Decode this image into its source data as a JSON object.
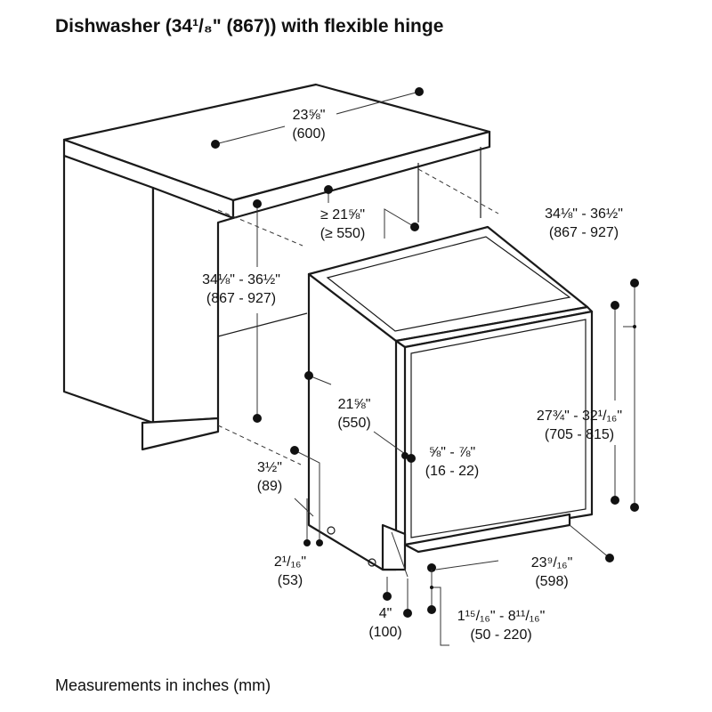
{
  "title": "Dishwasher (34¹/₈\" (867)) with flexible hinge",
  "footer": "Measurements in inches (mm)",
  "dimensions": {
    "cabinet_width": {
      "inch": "23⅝\"",
      "mm": "(600)"
    },
    "cabinet_height": {
      "inch": "34⅛\" - 36½\"",
      "mm": "(867 - 927)"
    },
    "min_depth": {
      "inch": "≥ 21⅝\"",
      "mm": "(≥ 550)"
    },
    "unit_height": {
      "inch": "34⅛\" - 36½\"",
      "mm": "(867 - 927)"
    },
    "unit_depth": {
      "inch": "21⅝\"",
      "mm": "(550)"
    },
    "panel_height": {
      "inch": "27¾\" - 32¹/₁₆\"",
      "mm": "(705 - 815)"
    },
    "door_gap": {
      "inch": "⅝\" - ⅞\"",
      "mm": "(16 - 22)"
    },
    "toe_kick_depth": {
      "inch": "3½\"",
      "mm": "(89)"
    },
    "toe_kick_height": {
      "inch": "2¹/₁₆\"",
      "mm": "(53)"
    },
    "plinth": {
      "inch": "4\"",
      "mm": "(100)"
    },
    "panel_width": {
      "inch": "23⁹/₁₆\"",
      "mm": "(598)"
    },
    "plinth_range": {
      "inch": "1¹⁵/₁₆\" - 8¹¹/₁₆\"",
      "mm": "(50 - 220)"
    }
  }
}
